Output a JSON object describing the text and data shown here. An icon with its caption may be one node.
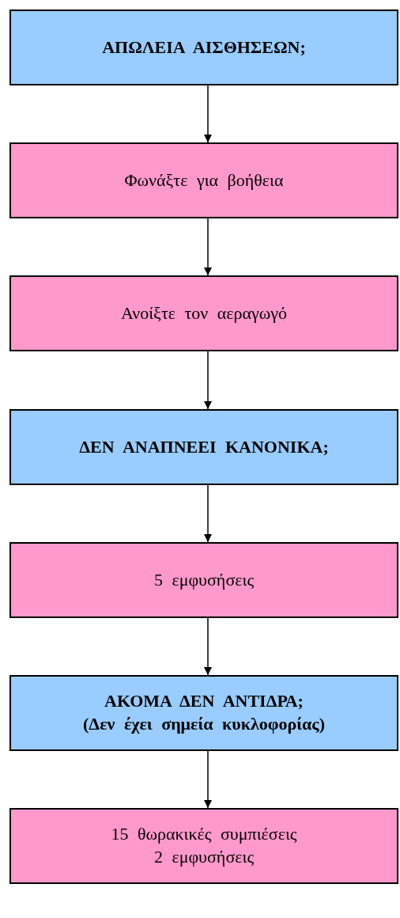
{
  "diagram": {
    "nodes": [
      {
        "text": [
          "ΑΠΩΛΕΙΑ ΑΙΣΘΗΣΕΩΝ;"
        ]
      },
      {
        "text": [
          "Φωνάξτε για βοήθεια"
        ]
      },
      {
        "text": [
          "Ανοίξτε τον αεραγωγό"
        ]
      },
      {
        "text": [
          "ΔΕΝ ΑΝΑΠΝΕΕΙ ΚΑΝΟΝΙΚΑ;"
        ]
      },
      {
        "text": [
          "5 εμφυσήσεις"
        ]
      },
      {
        "text": [
          "ΑΚΟΜΑ ΔΕΝ ΑΝΤΙΔΡΑ;",
          "(Δεν έχει σημεία κυκλοφορίας)"
        ]
      },
      {
        "text": [
          "15 θωρακικές συμπιέσεις",
          "2 εμφυσήσεις"
        ]
      }
    ],
    "edges": [
      {
        "from": 0,
        "to": 1,
        "arrow": "to"
      },
      {
        "from": 1,
        "to": 2,
        "arrow": "to"
      },
      {
        "from": 2,
        "to": 3,
        "arrow": "to"
      },
      {
        "from": 3,
        "to": 4,
        "arrow": "to"
      },
      {
        "from": 4,
        "to": 5,
        "arrow": "to"
      },
      {
        "from": 5,
        "to": 6,
        "arrow": "to"
      }
    ]
  }
}
